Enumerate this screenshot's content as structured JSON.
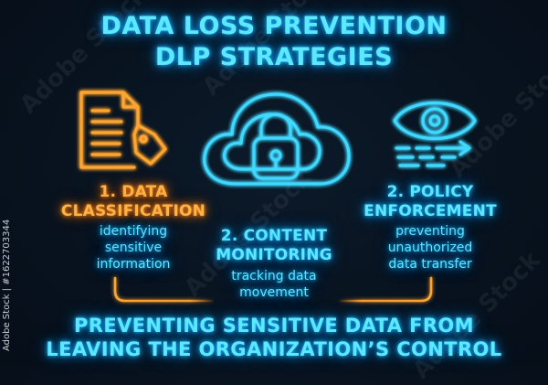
{
  "title": {
    "line1": "DATA LOSS PREVENTION",
    "line2": "DLP STRATEGIES"
  },
  "sections": [
    {
      "heading_line1": "1. DATA",
      "heading_line2": "CLASSIFICATION",
      "description_line1": "identifying",
      "description_line2": "sensitive",
      "description_line3": "information",
      "icon": "document-tag-icon",
      "color": "#ffa530"
    },
    {
      "heading_line1": "2. CONTENT",
      "heading_line2": "MONITORING",
      "description_line1": "tracking data",
      "description_line2": "movement",
      "icon": "cloud-lock-icon",
      "color": "#3fd8ff"
    },
    {
      "heading_line1": "2. POLICY",
      "heading_line2": "ENFORCEMENT",
      "description_line1": "preventing",
      "description_line2": "unauthorized",
      "description_line3": "data transfer",
      "icon": "eye-transfer-icon",
      "color": "#3fd8ff"
    }
  ],
  "footer": {
    "line1": "PREVENTING SENSITIVE DATA FROM",
    "line2": "LEAVING THE ORGANIZATION’S CONTROL"
  },
  "watermark": "Adobe Stock",
  "credit": "Adobe Stock | #1622703344",
  "colors": {
    "background": "#08131f",
    "cyan": "#5ee8ff",
    "orange": "#ffb347"
  }
}
